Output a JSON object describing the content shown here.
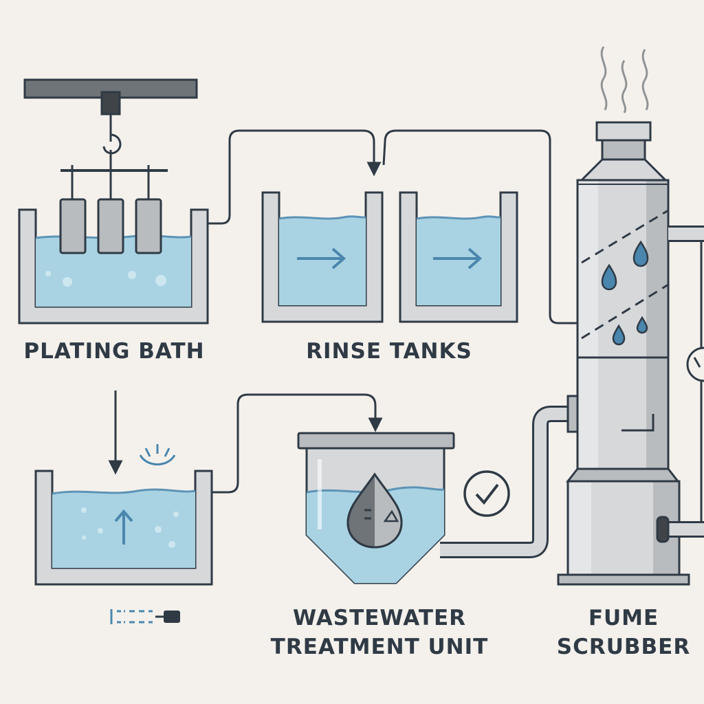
{
  "labels": {
    "plating_bath": "PLATING BATH",
    "rinse_tanks": "RINSE TANKS",
    "wastewater_line1": "WASTEWATER",
    "wastewater_line2": "TREATMENT UNIT",
    "scrubber_line1": "FUME",
    "scrubber_line2": "SCRUBBER"
  },
  "colors": {
    "background": "#f4f1ec",
    "outline": "#2f3a45",
    "water": "#a9d3e3",
    "water_surface": "#5d93b5",
    "metal_light": "#d6d8da",
    "metal_mid": "#b9bcbf",
    "metal_dark": "#8f9396",
    "accent": "#4a86ad"
  },
  "icons": [
    "hook-icon",
    "steam-icon",
    "droplet-icon",
    "check-icon",
    "valve-icon",
    "arrow-icon",
    "bubble-icon"
  ]
}
